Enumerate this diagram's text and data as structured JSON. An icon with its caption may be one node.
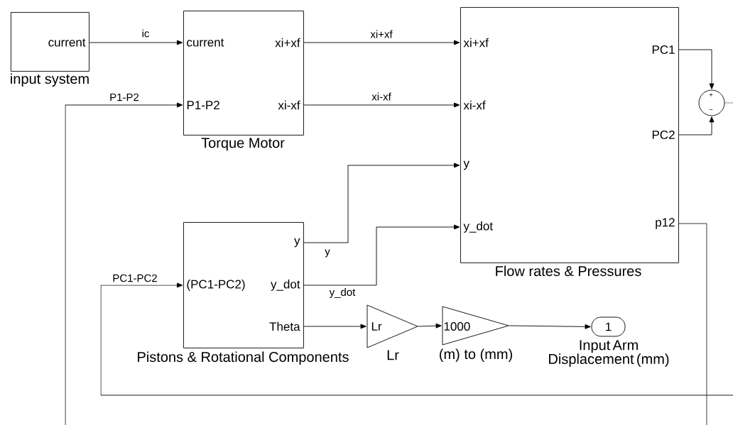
{
  "diagram": {
    "nodes": [
      {
        "text": [
          "current",
          "input system"
        ]
      },
      {
        "text": [
          "current",
          "P1-P2",
          "xi+xf",
          "xi-xf",
          "Torque Motor"
        ]
      },
      {
        "text": [
          "xi+xf",
          "xi-xf",
          "y",
          "y_dot",
          "PC1",
          "PC2",
          "p12",
          "Flow rates & Pressures"
        ]
      },
      {
        "text": [
          "+",
          "−"
        ]
      },
      {
        "text": [
          "(PC1-PC2)",
          "y",
          "y_dot",
          "Theta",
          "Pistons & Rotational Components"
        ]
      },
      {
        "text": [
          "Lr",
          "Lr"
        ]
      },
      {
        "text": [
          "1000",
          "(m) to (mm)"
        ]
      },
      {
        "text": [
          "1",
          "Input Arm Displacement (mm)"
        ]
      }
    ],
    "edges": [
      {
        "from": 0,
        "to": 1,
        "arrow": "to",
        "label": "ic"
      },
      {
        "from": 1,
        "to": 2,
        "arrow": "to",
        "label": "xi+xf"
      },
      {
        "from": 1,
        "to": 2,
        "arrow": "to",
        "label": "xi-xf"
      },
      {
        "from": 2,
        "to": 3,
        "arrow": "to"
      },
      {
        "from": 2,
        "to": 3,
        "arrow": "to"
      },
      {
        "from": 4,
        "to": 2,
        "arrow": "to",
        "label": "y"
      },
      {
        "from": 4,
        "to": 2,
        "arrow": "to",
        "label": "y_dot"
      },
      {
        "from": 4,
        "to": 5,
        "arrow": "to"
      },
      {
        "from": 5,
        "to": 6,
        "arrow": "to"
      },
      {
        "from": 6,
        "to": 7,
        "arrow": "to"
      },
      {
        "from": null,
        "to": 4,
        "arrow": "to",
        "label": "PC1-PC2"
      },
      {
        "from": null,
        "to": 1,
        "arrow": "to",
        "label": "P1-P2"
      },
      {
        "from": 2,
        "to": null,
        "arrow": "none"
      },
      {
        "from": 3,
        "to": null,
        "arrow": "none"
      }
    ]
  }
}
